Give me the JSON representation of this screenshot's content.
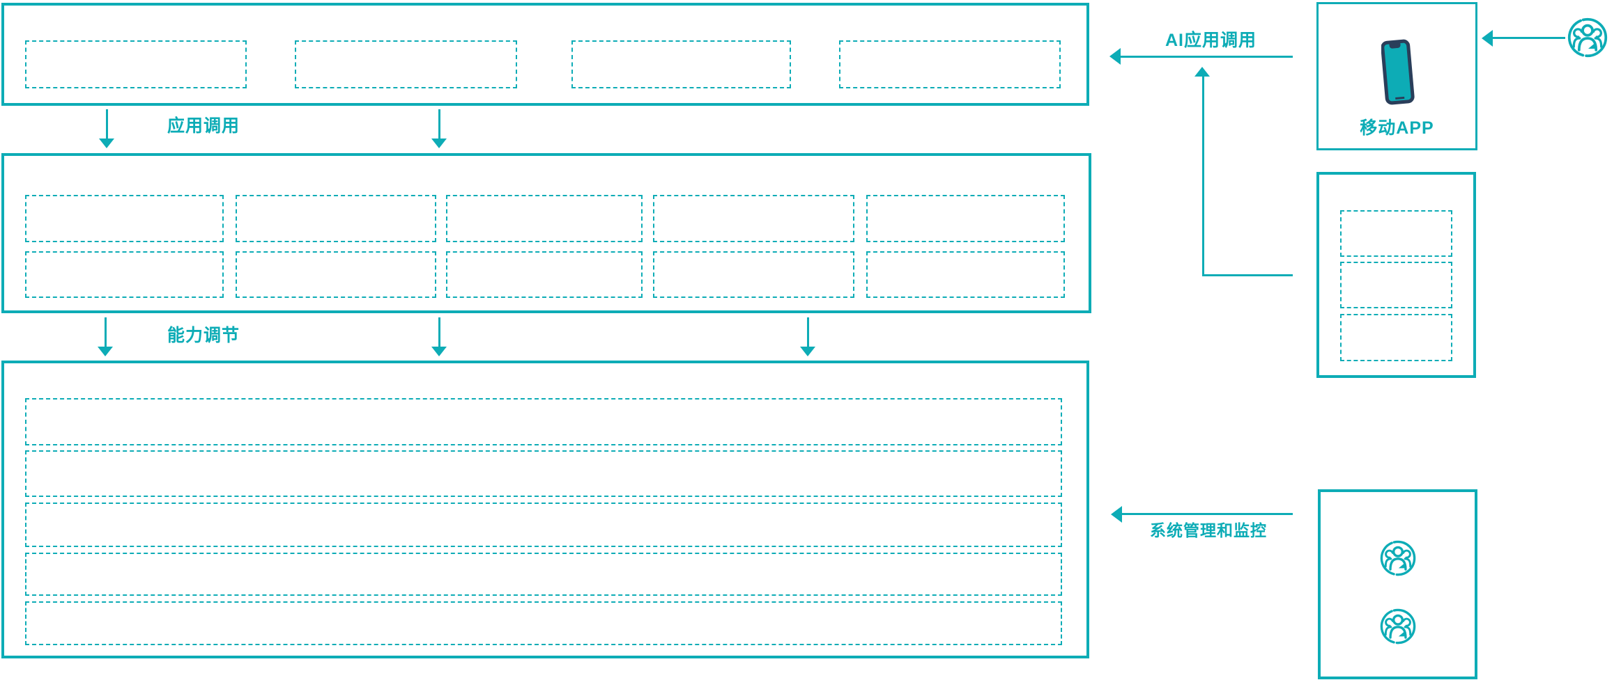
{
  "colors": {
    "accent": "#0dacb6",
    "dark": "#2a3e5a"
  },
  "diagram": {
    "left_layers": {
      "top_layer": {
        "placeholder_count": 4
      },
      "middle_layer": {
        "placeholder_rows": 2,
        "placeholder_cols": 5
      },
      "bottom_layer": {
        "placeholder_count": 5
      }
    },
    "labels": {
      "app_call": "应用调用",
      "capability_tuning": "能力调节",
      "ai_app_call": "AI应用调用",
      "system_monitor": "系统管理和监控",
      "mobile_app": "移动APP"
    },
    "icons": {
      "mobile_app_icon": "smartphone-icon",
      "top_right_icon": "users-group-icon",
      "admin_icons": [
        "users-group-icon",
        "users-group-icon"
      ]
    },
    "right_column": {
      "network_box_placeholder_count": 3,
      "admin_box_icon_count": 2
    }
  }
}
